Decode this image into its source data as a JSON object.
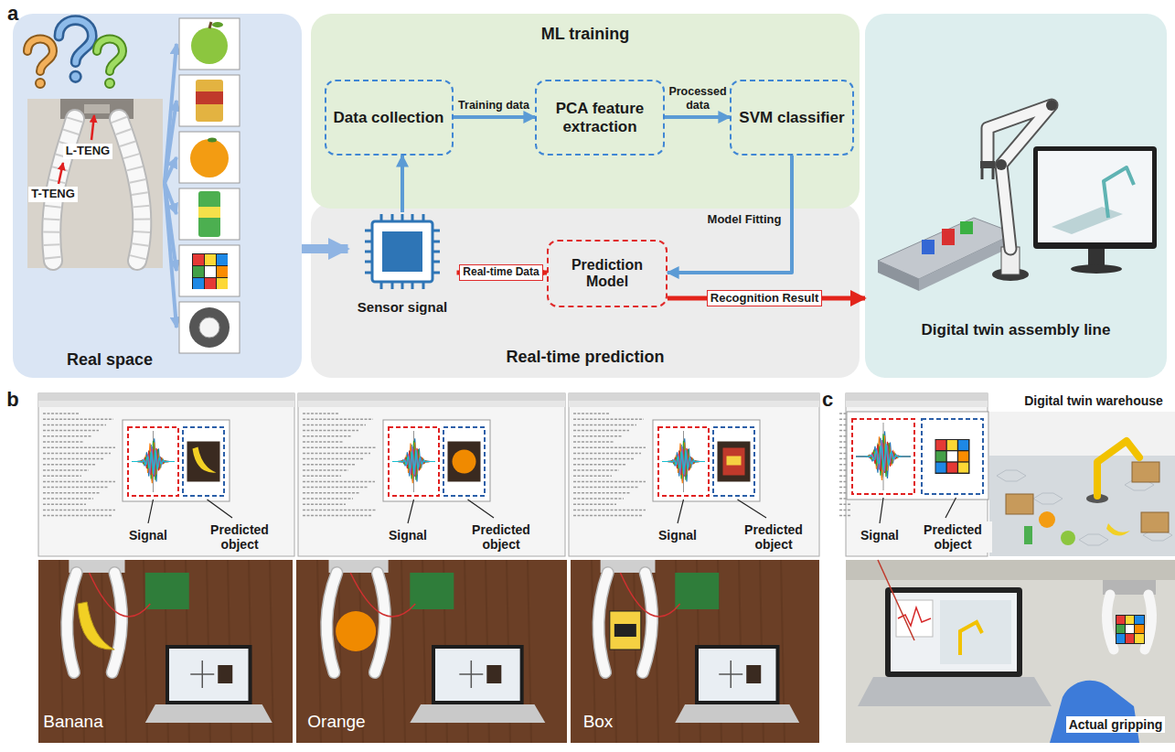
{
  "diagram": {
    "nodes": [
      {
        "text": [
          "Real space"
        ]
      },
      {
        "text": [
          "ML training"
        ]
      },
      {
        "text": [
          "Data collection"
        ],
        "in": 1
      },
      {
        "text": [
          "PCA feature extraction"
        ],
        "in": 1
      },
      {
        "text": [
          "SVM classifier"
        ],
        "in": 1
      },
      {
        "text": [
          "Real-time prediction"
        ]
      },
      {
        "text": [
          "Sensor signal"
        ],
        "in": 5
      },
      {
        "text": [
          "Prediction Model"
        ],
        "in": 5
      },
      {
        "text": [
          "Digital twin assembly line"
        ]
      }
    ],
    "edges": [
      {
        "from": 0,
        "to": 6,
        "arrow": "to"
      },
      {
        "from": 6,
        "to": 2,
        "arrow": "to"
      },
      {
        "from": 2,
        "to": 3,
        "label": "Training data",
        "arrow": "to"
      },
      {
        "from": 3,
        "to": 4,
        "label": "Processed data",
        "arrow": "to"
      },
      {
        "from": 4,
        "to": 7,
        "label": "Model Fitting",
        "arrow": "to"
      },
      {
        "from": 6,
        "to": 7,
        "label": "Real-time Data",
        "arrow": "to"
      },
      {
        "from": 7,
        "to": 8,
        "label": "Recognition Result",
        "arrow": "to"
      }
    ],
    "labels": [
      "a",
      "L-TENG",
      "T-TENG",
      "b",
      "Signal",
      "Predicted object",
      "Signal",
      "Predicted object",
      "Signal",
      "Predicted object",
      "Banana",
      "Orange",
      "Box",
      "c",
      "Digital twin warehouse",
      "Signal",
      "Predicted object",
      "Actual gripping"
    ]
  }
}
